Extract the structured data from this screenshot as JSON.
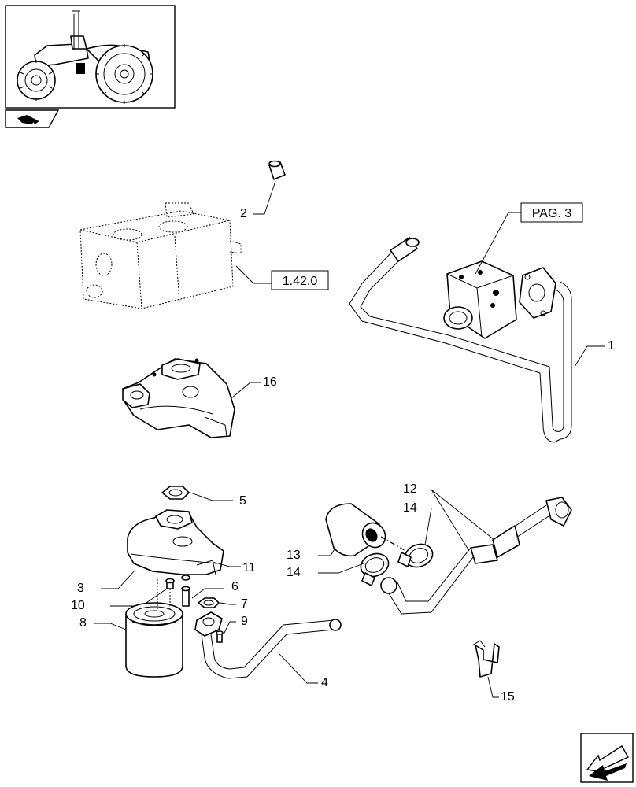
{
  "callouts": {
    "c1": "1",
    "c2": "2",
    "c3": "3",
    "c4": "4",
    "c5": "5",
    "c6": "6",
    "c7": "7",
    "c8": "8",
    "c9": "9",
    "c10": "10",
    "c11": "11",
    "c12": "12",
    "c13": "13",
    "c14a": "14",
    "c14b": "14",
    "c15": "15",
    "c16": "16"
  },
  "references": {
    "page_ref": "PAG. 3",
    "group_ref": "1.42.0"
  },
  "icons": {
    "thumbnail": "tractor-thumbnail-icon",
    "nav_corner": "page-nav-icon",
    "next_page": "next-page-arrow-icon"
  }
}
